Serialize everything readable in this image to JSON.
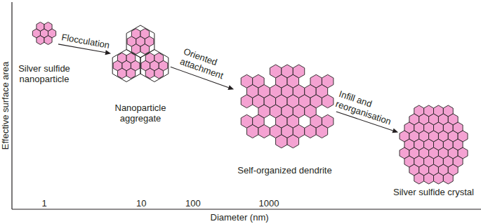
{
  "diagram": {
    "nodes": [
      {
        "text": [
          "Silver sulfide nanoparticle"
        ]
      },
      {
        "text": [
          "Nanoparticle aggregate"
        ]
      },
      {
        "text": [
          "Self-organized dendrite"
        ]
      },
      {
        "text": [
          "Silver sulfide crystal"
        ]
      }
    ],
    "edges": [
      {
        "from": 0,
        "to": 1,
        "arrow": "to",
        "label": "Flocculation"
      },
      {
        "from": 1,
        "to": 2,
        "arrow": "to",
        "label": "Oriented attachment"
      },
      {
        "from": 2,
        "to": 3,
        "arrow": "to",
        "label": "Infill and reorganisation"
      }
    ],
    "labels": [
      "Effective surface area",
      "1",
      "10",
      "100",
      "1000",
      "Diameter (nm)"
    ]
  }
}
